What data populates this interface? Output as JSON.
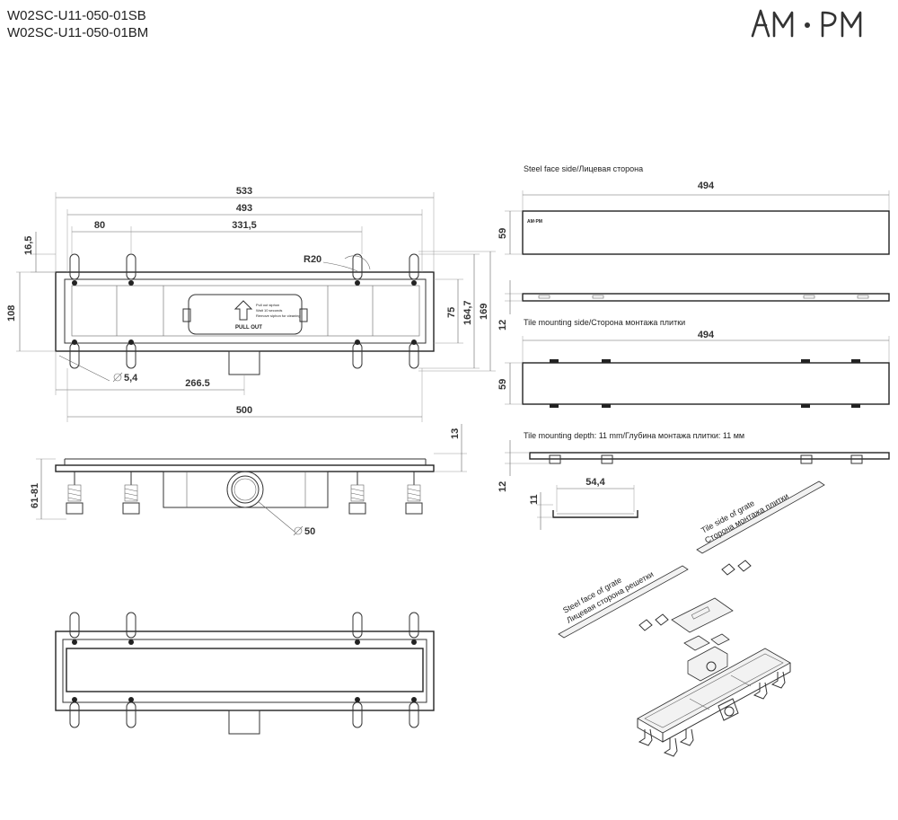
{
  "header": {
    "model_codes": [
      "W02SC-U11-050-01SB",
      "W02SC-U11-050-01BM"
    ],
    "logo_text": "AM·PM"
  },
  "top_view": {
    "dims": {
      "overall": "533",
      "frame": "493",
      "left_offset": "80",
      "center_span": "331,5",
      "radius": "R20",
      "depth_small": "16,5",
      "height_total": "108",
      "inner_75": "75",
      "inner_164": "164,7",
      "outer_169": "169",
      "hole": "5,4",
      "drain_offset": "266.5",
      "length_500": "500"
    },
    "label_text": "PULL OUT",
    "label_lines": [
      "Pull out siphon",
      "Wait 10 seconds",
      "Remove siphon for cleaning"
    ]
  },
  "side_view": {
    "dims": {
      "adjust": "61-81",
      "flange": "13",
      "outlet": "50"
    }
  },
  "grate_panels": {
    "steel_caption": "Steel face side/Лицевая сторона",
    "steel_width": "494",
    "steel_height": "59",
    "steel_thickness": "12",
    "tile_caption": "Tile mounting side/Сторона монтажа плитки",
    "tile_width": "494",
    "tile_height": "59",
    "depth_caption": "Tile mounting depth: 11 mm/Глубина монтажа плитки: 11 мм",
    "depth_thickness": "12",
    "profile_width": "54,4",
    "profile_depth": "11"
  },
  "exploded": {
    "tile_side_label": [
      "Tile side of grate",
      "Сторона монтажа плитки"
    ],
    "steel_face_label": [
      "Steel face of grate",
      "Лицевая сторона решетки"
    ]
  },
  "colors": {
    "line": "#222222",
    "dimension": "#333333",
    "background": "#ffffff"
  }
}
